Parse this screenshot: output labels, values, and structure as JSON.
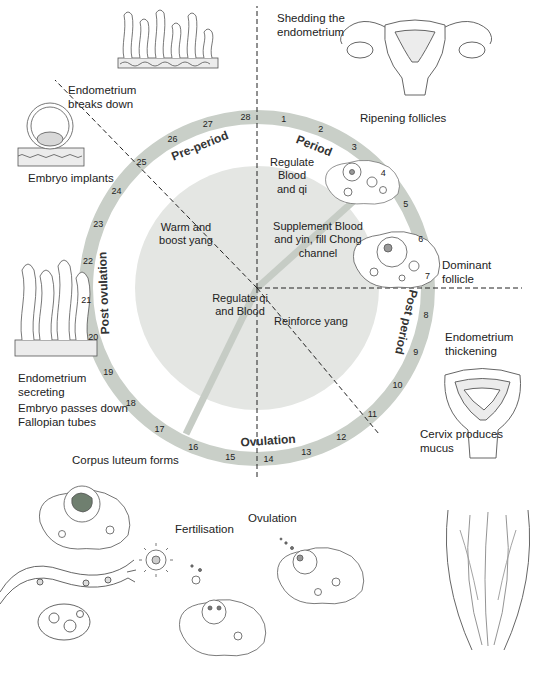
{
  "diagram": {
    "labels": [
      "1",
      "2",
      "3",
      "4",
      "5",
      "6",
      "7",
      "8",
      "9",
      "10",
      "11",
      "12",
      "13",
      "14",
      "15",
      "16",
      "17",
      "18",
      "19",
      "20",
      "21",
      "22",
      "23",
      "24",
      "25",
      "26",
      "27",
      "28",
      "Shedding the endometrium",
      "Endometrium breaks down",
      "Ripening follicles",
      "Period",
      "Pre-period",
      "Regulate Blood and qi",
      "Embryo implants",
      "Warm and boost yang",
      "Supplement Blood and yin, fill Chong channel",
      "Dominant follicle",
      "Post ovulation",
      "Post period",
      "Regulate qi and Blood",
      "Reinforce yang",
      "Endometrium thickening",
      "Endometrium secreting",
      "Embryo passes down Fallopian tubes",
      "Cervix produces mucus",
      "Corpus luteum forms",
      "Ovulation",
      "Fertilisation",
      "Ovulation"
    ]
  }
}
